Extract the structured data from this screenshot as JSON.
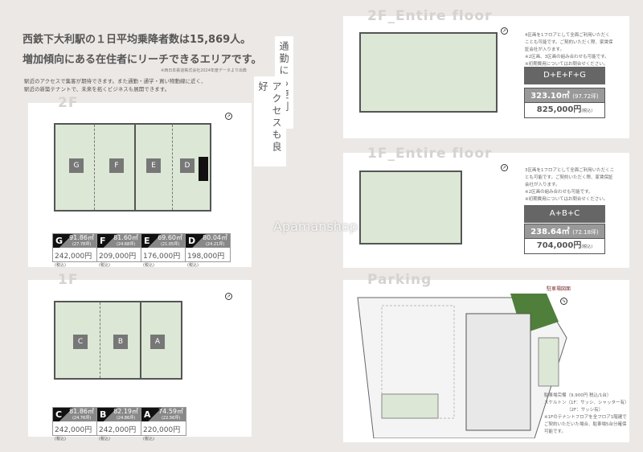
{
  "header": {
    "headline1": "西鉄下大利駅の１日平均乗降者数は15,869人。",
    "headline2": "増加傾向にある在住者にリーチできるエリアです。",
    "source": "※西日本鉄道株式会社2024年度データより出典",
    "desc1": "駅近のアクセスで集客が期待できます。また通勤・通学・買い物動線に近く、",
    "desc2": "駅近の新築テナントで、未来を拓くビジネスも展開できます。"
  },
  "taglines": {
    "commute": "通勤にも便利",
    "access": "アクセスも良好"
  },
  "watermark": "Apamanshop",
  "floor2": {
    "title": "2F",
    "units": [
      {
        "id": "G",
        "area": "91.86㎡",
        "tsubo": "(27.78坪)",
        "price": "242,000円",
        "tax": "(税込)"
      },
      {
        "id": "F",
        "area": "81.60㎡",
        "tsubo": "(24.68坪)",
        "price": "209,000円",
        "tax": "(税込)"
      },
      {
        "id": "E",
        "area": "69.60㎡",
        "tsubo": "(21.05坪)",
        "price": "176,000円",
        "tax": "(税込)"
      },
      {
        "id": "D",
        "area": "80.04㎡",
        "tsubo": "(24.21坪)",
        "price": "198,000円",
        "tax": "(税込)"
      }
    ]
  },
  "floor1": {
    "title": "1F",
    "units": [
      {
        "id": "C",
        "area": "81.86㎡",
        "tsubo": "(24.76坪)",
        "price": "242,000円",
        "tax": "(税込)"
      },
      {
        "id": "B",
        "area": "82.19㎡",
        "tsubo": "(24.86坪)",
        "price": "242,000円",
        "tax": "(税込)"
      },
      {
        "id": "A",
        "area": "74.59㎡",
        "tsubo": "(22.56坪)",
        "price": "220,000円",
        "tax": "(税込)"
      }
    ]
  },
  "entire2": {
    "title": "2F_Entire floor",
    "note": [
      "4区画を1フロアとして全面ご利用いただく",
      "ことも可能です。ご契約いただく際、家賃保",
      "証会社が入ります。",
      "※2区画、3区画の組み合わせも可能です。",
      "※初期費用についてはお問合せください。"
    ],
    "combo": "D+E+F+G",
    "area": "323.10㎡",
    "tsubo": "(97.72坪)",
    "price": "825,000円",
    "tax": "(税込)"
  },
  "entire1": {
    "title": "1F_Entire floor",
    "note": [
      "3区画を1フロアとして全面ご利用いただくこ",
      "とも可能です。ご契約いただく際、家賃保証",
      "会社が入ります。",
      "※2区画の組み合わせも可能です。",
      "※初期費用についてはお問合せください。"
    ],
    "combo": "A+B+C",
    "area": "238.64㎡",
    "tsubo": "(72.18坪)",
    "price": "704,000円",
    "tax": "(税込)"
  },
  "parking": {
    "title": "Parking",
    "map_title": "駐車場図面",
    "note": [
      "駐車場完備（9,900円 税込/1台）",
      "スケルトン（1F：サッシ、シャッター有）",
      "（2F：サッシ有）",
      "※1Fのテナントフロアを全フロア1階建で",
      "ご契約いただいた場合、駐車場5台分確保",
      "可能です。"
    ]
  },
  "colors": {
    "plan_fill": "#dce7d6",
    "green": "#4f7f3a"
  }
}
